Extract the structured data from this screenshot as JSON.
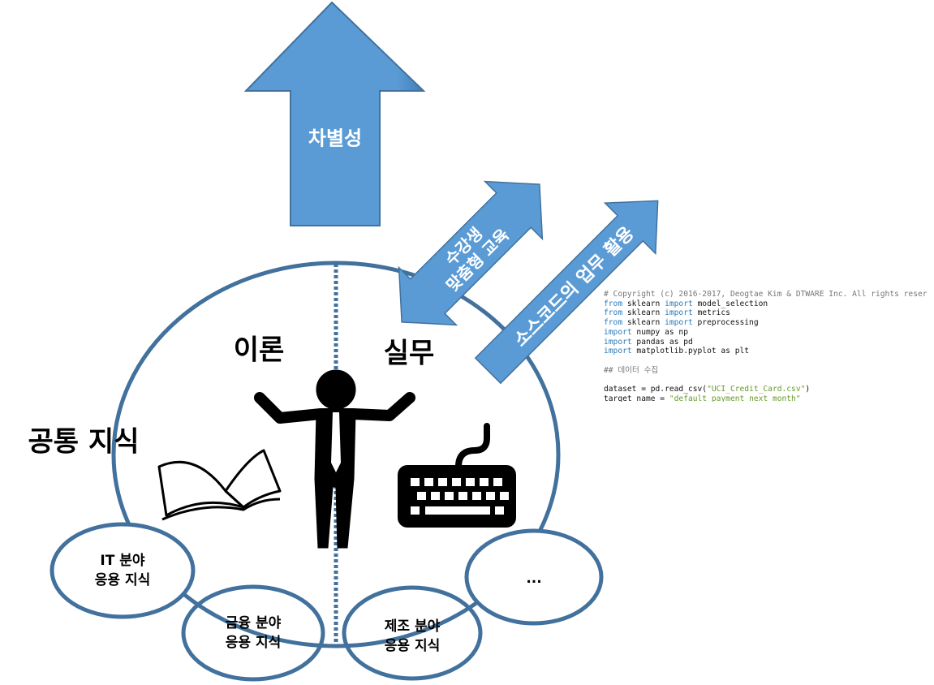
{
  "main_arrow": {
    "label": "차별성"
  },
  "theory_label": "이론",
  "practice_label": "실무",
  "common_knowledge_label": "공통 지식",
  "custom_arrow": {
    "line1": "수강생",
    "line2": "맞춤형 교육"
  },
  "source_arrow": {
    "label": "소스코드의 업무 활용"
  },
  "domains": [
    {
      "line1": "IT 분야",
      "line2": "응용 지식"
    },
    {
      "line1": "금융 분야",
      "line2": "응용 지식"
    },
    {
      "line1": "제조 분야",
      "line2": "응용 지식"
    },
    {
      "line1": "..."
    }
  ],
  "code_lines": [
    {
      "parts": [
        {
          "c": "cm",
          "t": "# Copyright (c) 2016-2017, Deogtae Kim & DTWARE Inc. All rights reser"
        }
      ]
    },
    {
      "parts": [
        {
          "c": "kw",
          "t": "from"
        },
        {
          "c": "",
          "t": " sklearn "
        },
        {
          "c": "kw",
          "t": "import"
        },
        {
          "c": "",
          "t": " model_selection"
        }
      ]
    },
    {
      "parts": [
        {
          "c": "kw",
          "t": "from"
        },
        {
          "c": "",
          "t": " sklearn "
        },
        {
          "c": "kw",
          "t": "import"
        },
        {
          "c": "",
          "t": " metrics"
        }
      ]
    },
    {
      "parts": [
        {
          "c": "kw",
          "t": "from"
        },
        {
          "c": "",
          "t": " sklearn "
        },
        {
          "c": "kw",
          "t": "import"
        },
        {
          "c": "",
          "t": " preprocessing"
        }
      ]
    },
    {
      "parts": [
        {
          "c": "kw",
          "t": "import"
        },
        {
          "c": "",
          "t": " numpy as np"
        }
      ]
    },
    {
      "parts": [
        {
          "c": "kw",
          "t": "import"
        },
        {
          "c": "",
          "t": " pandas as pd"
        }
      ]
    },
    {
      "parts": [
        {
          "c": "kw",
          "t": "import"
        },
        {
          "c": "",
          "t": " matplotlib.pyplot as plt"
        }
      ]
    },
    {
      "parts": [
        {
          "c": "",
          "t": " "
        }
      ]
    },
    {
      "parts": [
        {
          "c": "cm",
          "t": "## 데이터 수집"
        }
      ]
    },
    {
      "parts": [
        {
          "c": "",
          "t": " "
        }
      ]
    },
    {
      "parts": [
        {
          "c": "",
          "t": "dataset = pd.read_csv("
        },
        {
          "c": "st",
          "t": "\"UCI_Credit_Card.csv\""
        },
        {
          "c": "",
          "t": ")"
        }
      ]
    },
    {
      "parts": [
        {
          "c": "",
          "t": "target_name = "
        },
        {
          "c": "st",
          "t": "\"default_payment_next_month\""
        }
      ]
    }
  ],
  "colors": {
    "arrow": "#5b9bd5",
    "outline": "#41719c",
    "circle": "#41719c"
  }
}
